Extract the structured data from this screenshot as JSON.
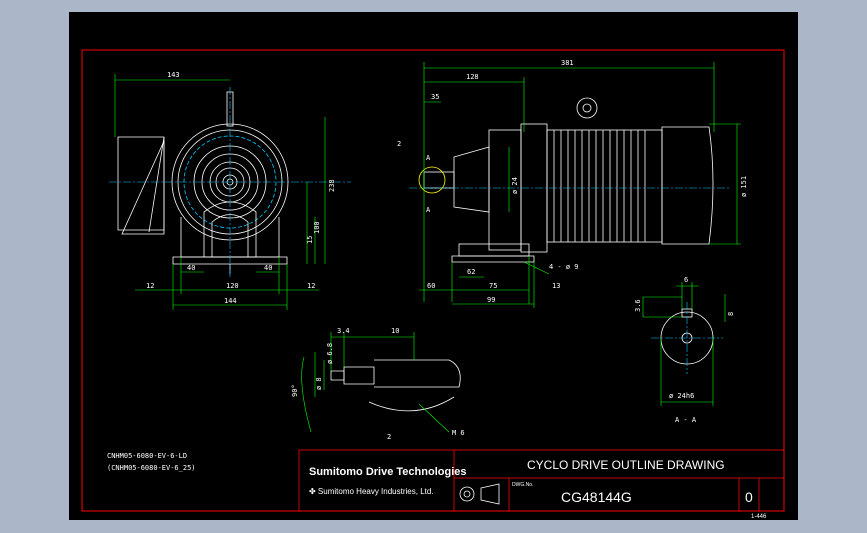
{
  "title_block": {
    "brand_main": "Sumitomo Drive Technologies",
    "brand_sub": "✤ Sumitomo Heavy Industries, Ltd.",
    "title": "CYCLO DRIVE OUTLINE DRAWING",
    "dwg_no_label": "DWG.No.",
    "dwg_no": "CG48144G",
    "revision": "0",
    "sheet_ref": "1-446"
  },
  "notes": {
    "model_1": "CNHM05-6080-EV-6-LD",
    "model_2": "(CNHM05-6080-EV-6_25)"
  },
  "dimensions": {
    "front_width_top": "143",
    "front_height": "238",
    "front_center_height": "100",
    "front_small": "15",
    "front_foot_left": "40",
    "front_foot_right": "40",
    "front_base_inner": "120",
    "front_base_total": "144",
    "front_edge_left": "12",
    "front_edge_right": "12",
    "side_total_length": "381",
    "side_shaft_to_flange": "128",
    "side_shaft_len": "35",
    "side_shaft_dia": "ø 24",
    "side_motor_dia": "ø 151",
    "side_bolt_holes": "4 - ø 9",
    "side_foot_62": "62",
    "side_foot_60": "60",
    "side_foot_75": "75",
    "side_foot_99": "99",
    "side_foot_13": "13",
    "section_key_6": "6",
    "section_key_36": "3.6",
    "section_key_8": "8",
    "section_dia": "ø 24h6",
    "section_label": "A - A",
    "section_mark": "A",
    "detail_34": "3.4",
    "detail_10": "10",
    "detail_dia1": "ø 6.8",
    "detail_dia2": "ø 8",
    "detail_angle": "90°",
    "detail_thread": "M 6",
    "detail_ref": "2",
    "detail_ref2": "2"
  },
  "colors": {
    "background_outer": "#abb7c9",
    "sheet": "#000000",
    "outline": "#ffffff",
    "dimension": "#00ff00",
    "center_line": "#00c8ff",
    "border": "#ff0000",
    "hidden": "#ffff00"
  }
}
